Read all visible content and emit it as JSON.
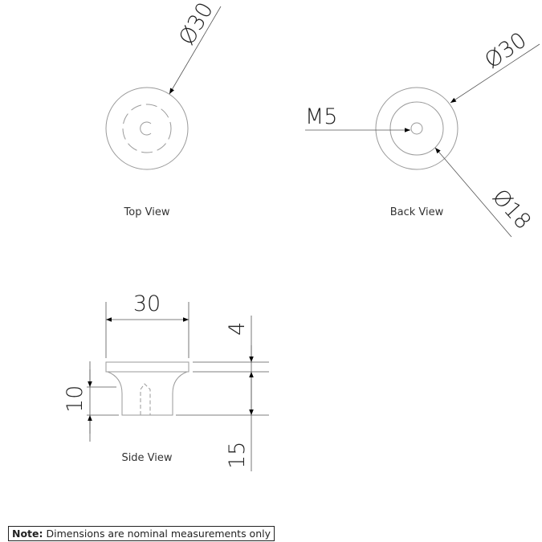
{
  "views": {
    "top": {
      "label": "Top View",
      "diameter_label": "Ø30"
    },
    "back": {
      "label": "Back View",
      "diameter_label": "Ø30",
      "thread_label": "M5",
      "inner_diameter_label": "Ø18"
    },
    "side": {
      "label": "Side View",
      "width_label": "30",
      "height_label": "10",
      "cap_label": "4",
      "overall_label": "15"
    }
  },
  "note": {
    "prefix": "Note:",
    "text": "Dimensions are nominal measurements only"
  }
}
